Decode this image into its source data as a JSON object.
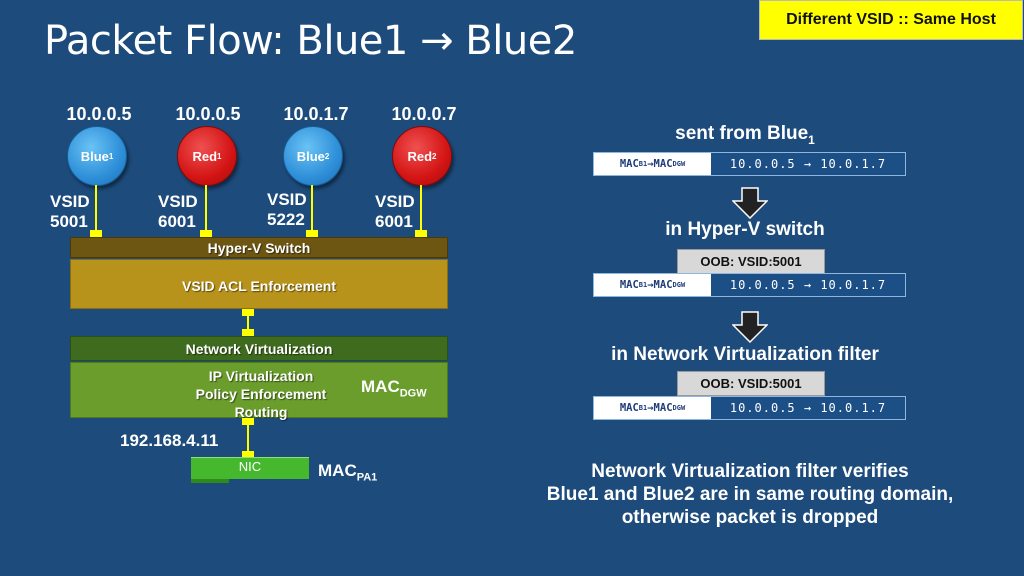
{
  "title": "Packet Flow: Blue1 → Blue2",
  "tag": "Different VSID :: Same Host",
  "vms": [
    {
      "ip": "10.0.0.5",
      "name": "Blue",
      "sub": "1",
      "color": "blue",
      "vsid_label": "VSID",
      "vsid": "5001"
    },
    {
      "ip": "10.0.0.5",
      "name": "Red",
      "sub": "1",
      "color": "red",
      "vsid_label": "VSID",
      "vsid": "6001"
    },
    {
      "ip": "10.0.1.7",
      "name": "Blue",
      "sub": "2",
      "color": "blue",
      "vsid_label": "VSID",
      "vsid": "5222"
    },
    {
      "ip": "10.0.0.7",
      "name": "Red",
      "sub": "2",
      "color": "red",
      "vsid_label": "VSID",
      "vsid": "6001"
    }
  ],
  "switch": {
    "label": "Hyper-V Switch",
    "acl": "VSID ACL Enforcement"
  },
  "nv": {
    "label": "Network Virtualization",
    "line1": "IP Virtualization",
    "line2": "Policy Enforcement",
    "line3": "Routing",
    "mac": "MAC",
    "mac_sub": "DGW"
  },
  "nic": {
    "ip": "192.168.4.11",
    "label": "NIC",
    "mac": "MAC",
    "mac_sub": "PA1"
  },
  "flow": {
    "step1_title": "sent from Blue",
    "step1_sub": "1",
    "step2_title": "in Hyper-V switch",
    "step3_title": "in Network Virtualization filter",
    "oob": "OOB: VSID:5001",
    "mac_a": "MAC",
    "mac_a_sub": "B1",
    "mac_arrow": "→",
    "mac_b": "MAC",
    "mac_b_sub": "DGW",
    "ip_flow": "10.0.0.5 → 10.0.1.7"
  },
  "note": {
    "line1": "Network Virtualization filter verifies",
    "line2": "Blue1 and Blue2 are in same routing domain,",
    "line3": "otherwise packet is dropped"
  },
  "colors": {
    "background": "#1d4b7c",
    "switch_bar": "#6d5512",
    "acl_box": "#b8931b",
    "nv_bar": "#3e6b1d",
    "nv_box": "#6a9d2c",
    "nic": "#46b82e",
    "accent": "#ffff00"
  }
}
